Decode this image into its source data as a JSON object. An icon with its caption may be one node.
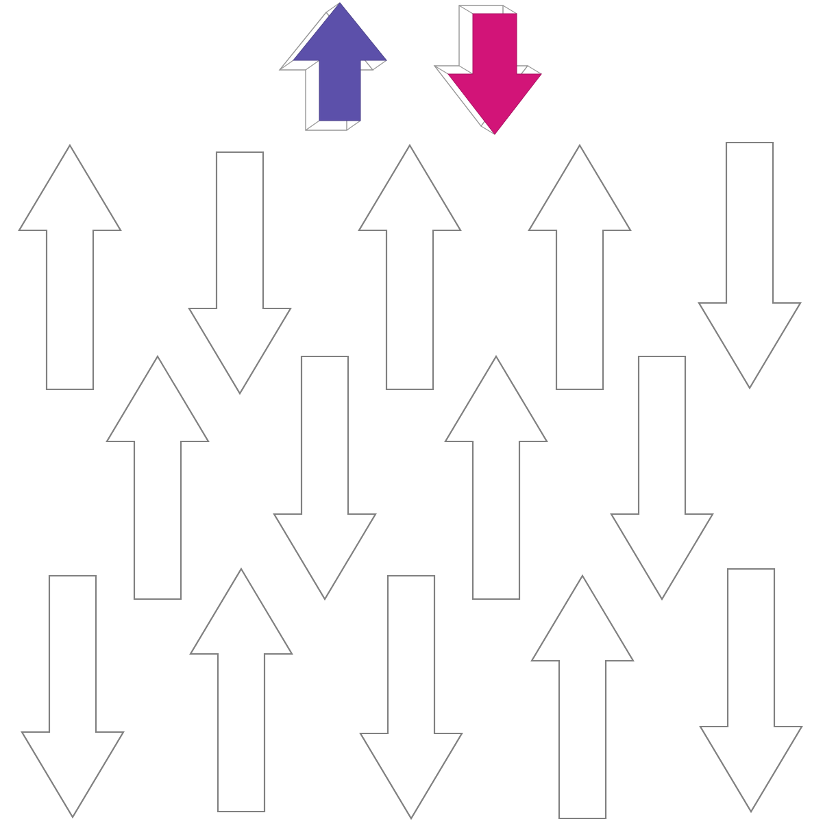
{
  "diagram": {
    "nodes": [
      {
        "text": [],
        "shape": "arrow"
      },
      {
        "text": [],
        "shape": "arrow"
      },
      {
        "text": [],
        "shape": "arrow"
      },
      {
        "text": [],
        "shape": "arrow"
      },
      {
        "text": [],
        "shape": "arrow"
      },
      {
        "text": [],
        "shape": "arrow"
      },
      {
        "text": [],
        "shape": "arrow"
      },
      {
        "text": [],
        "shape": "arrow"
      },
      {
        "text": [],
        "shape": "arrow"
      },
      {
        "text": [],
        "shape": "arrow"
      },
      {
        "text": [],
        "shape": "arrow"
      },
      {
        "text": [],
        "shape": "arrow"
      },
      {
        "text": [],
        "shape": "arrow"
      },
      {
        "text": [],
        "shape": "arrow"
      },
      {
        "text": [],
        "shape": "arrow"
      },
      {
        "text": [],
        "shape": "arrow"
      }
    ]
  }
}
